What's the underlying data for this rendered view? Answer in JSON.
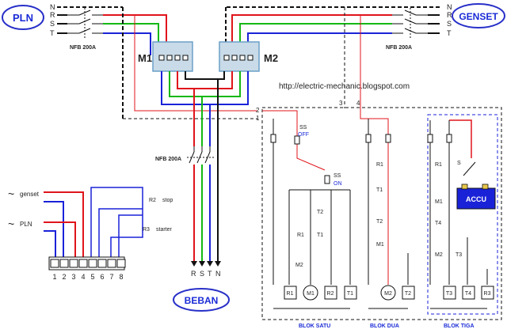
{
  "colors": {
    "red": "#e0141b",
    "green": "#14b814",
    "blue": "#1a22d8",
    "black": "#111111",
    "panel_fill": "#c9dbe8",
    "oval_stroke": "#2830c8",
    "label_blue": "#1a2bd6"
  },
  "sources": {
    "left": "PLN",
    "right": "GENSET"
  },
  "phases": {
    "n": "N",
    "r": "R",
    "s": "S",
    "t": "T"
  },
  "breakers": {
    "left": "NFB 200A",
    "right": "NFB 200A",
    "center": "NFB 200A"
  },
  "contactors": {
    "m1": "M1",
    "m2": "M2"
  },
  "url": "http://electric-mechanic.blogspot.com",
  "load": {
    "label": "BEBAN",
    "terminals": [
      "R",
      "S",
      "T",
      "N"
    ]
  },
  "control_terminals": {
    "t2": "2",
    "t1": "1",
    "t3": "3",
    "t4": "4"
  },
  "aux": {
    "genset": "genset",
    "pln": "PLN",
    "r2": "R2",
    "stop": "stop",
    "r3": "R3",
    "starter": "starter",
    "numbers": [
      "1",
      "2",
      "3",
      "4",
      "5",
      "6",
      "7",
      "8"
    ]
  },
  "blok_satu": {
    "title": "BLOK SATU",
    "ss_top": "SS",
    "off": "OFF",
    "ss_bot": "SS",
    "on": "ON",
    "t2": "T2",
    "r1": "R1",
    "t1": "T1",
    "m2": "M2",
    "coils": [
      "R1",
      "M1",
      "R2",
      "T1"
    ]
  },
  "blok_dua": {
    "title": "BLOK DUA",
    "r1": "R1",
    "t1": "T1",
    "t2": "T2",
    "m1": "M1",
    "coils": [
      "M2",
      "T2"
    ]
  },
  "blok_tiga": {
    "title": "BLOK TIGA",
    "r1": "R1",
    "s": "S",
    "accu": "ACCU",
    "m1": "M1",
    "t4": "T4",
    "m2": "M2",
    "t3": "T3",
    "coils": [
      "T3",
      "T4",
      "R3"
    ]
  }
}
